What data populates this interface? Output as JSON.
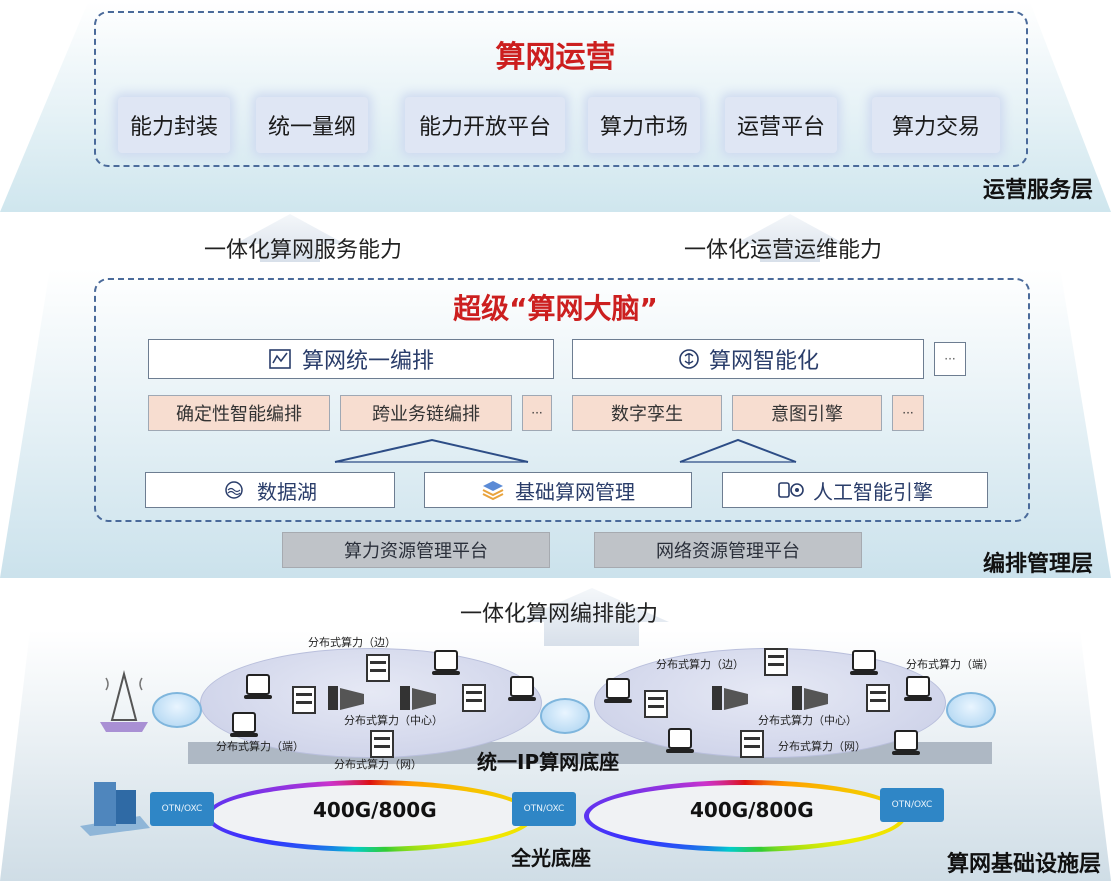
{
  "operations_layer": {
    "title": "算网运营",
    "items": [
      "能力封装",
      "统一量纲",
      "能力开放平台",
      "算力市场",
      "运营平台",
      "算力交易"
    ],
    "layer_label": "运营服务层"
  },
  "arrows_upper": {
    "left": "一体化算网服务能力",
    "right": "一体化运营运维能力"
  },
  "orchestration_layer": {
    "title": "超级“算网大脑”",
    "unified_orchestration": "算网统一编排",
    "intelligent": "算网智能化",
    "more": "···",
    "orchestration_items": [
      "确定性智能编排",
      "跨业务链编排"
    ],
    "intelligent_items": [
      "数字孪生",
      "意图引擎"
    ],
    "data_lake": "数据湖",
    "basic_mgmt": "基础算网管理",
    "ai_engine": "人工智能引擎",
    "platform_compute": "算力资源管理平台",
    "platform_network": "网络资源管理平台",
    "layer_label": "编排管理层"
  },
  "arrow_lower": "一体化算网编排能力",
  "infrastructure_layer": {
    "compute_labels": {
      "edge": "分布式算力（边）",
      "center": "分布式算力（中心）",
      "terminal": "分布式算力（端）",
      "network": "分布式算力（网）"
    },
    "ip_base": "统一IP算网底座",
    "otn": "OTN/OXC",
    "bandwidth": "400G/800G",
    "optical_base": "全光底座",
    "layer_label": "算网基础设施层"
  },
  "colors": {
    "title_red": "#cc1f1f",
    "dash_blue": "#4a6a9a",
    "otn_blue": "#2f86c6",
    "peach": "#f7ddd0"
  }
}
